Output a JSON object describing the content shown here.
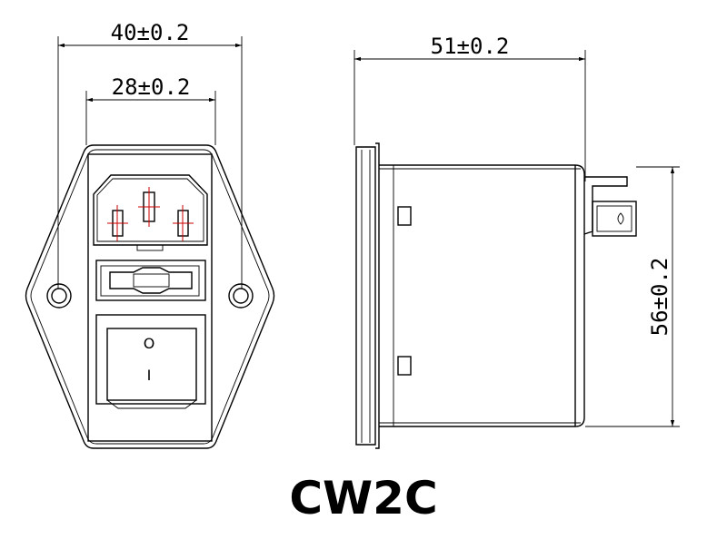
{
  "dimensions": {
    "front_outer_width": "40±0.2",
    "front_inner_width": "28±0.2",
    "side_depth": "51±0.2",
    "side_height": "56±0.2"
  },
  "switch_symbols": {
    "off": "O",
    "on": "I"
  },
  "model_label": "CW2C"
}
